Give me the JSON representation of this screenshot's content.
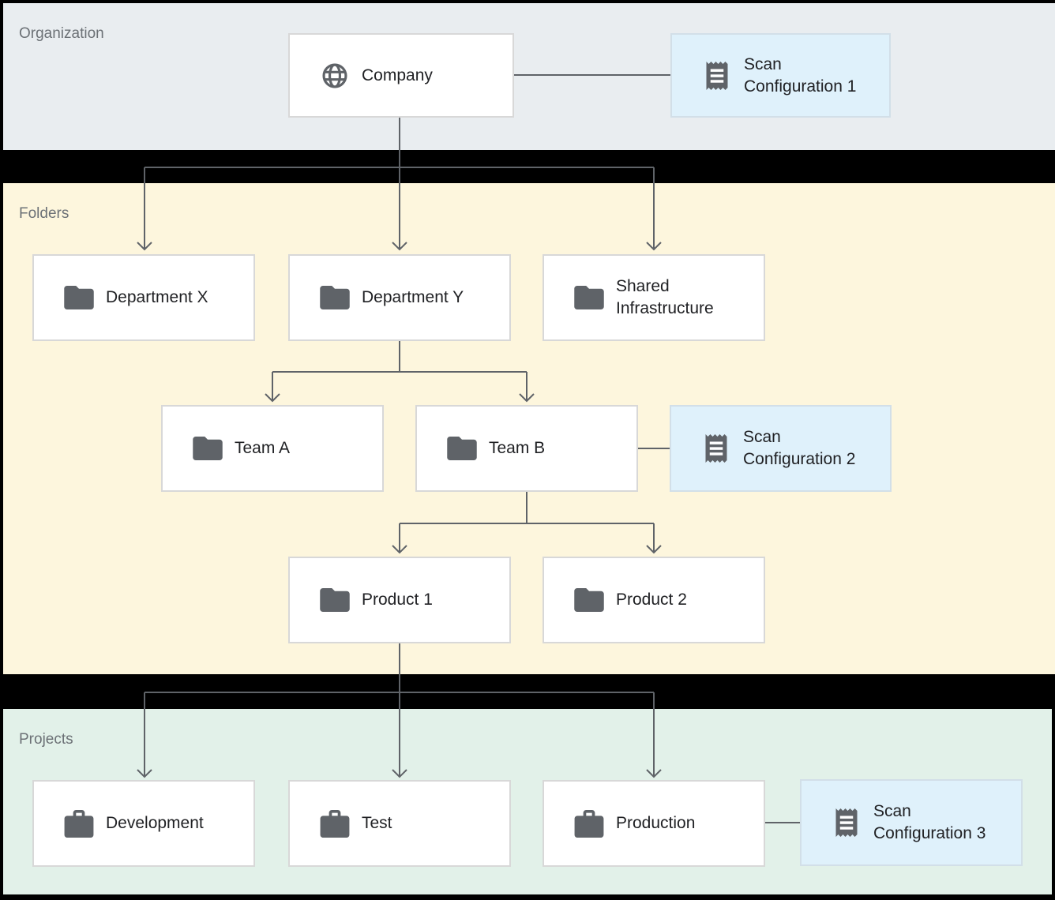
{
  "sections": {
    "organization": {
      "label": "Organization"
    },
    "folders": {
      "label": "Folders"
    },
    "projects": {
      "label": "Projects"
    }
  },
  "nodes": {
    "company": {
      "label": "Company",
      "icon": "globe-icon"
    },
    "scan_config_1": {
      "label": "Scan Configuration 1",
      "icon": "receipt-icon"
    },
    "department_x": {
      "label": "Department X",
      "icon": "folder-icon"
    },
    "department_y": {
      "label": "Department Y",
      "icon": "folder-icon"
    },
    "shared_infrastructure": {
      "label": "Shared Infrastructure",
      "icon": "folder-icon"
    },
    "team_a": {
      "label": "Team A",
      "icon": "folder-icon"
    },
    "team_b": {
      "label": "Team B",
      "icon": "folder-icon"
    },
    "scan_config_2": {
      "label": "Scan Configuration 2",
      "icon": "receipt-icon"
    },
    "product_1": {
      "label": "Product 1",
      "icon": "folder-icon"
    },
    "product_2": {
      "label": "Product 2",
      "icon": "folder-icon"
    },
    "development": {
      "label": "Development",
      "icon": "briefcase-icon"
    },
    "test": {
      "label": "Test",
      "icon": "briefcase-icon"
    },
    "production": {
      "label": "Production",
      "icon": "briefcase-icon"
    },
    "scan_config_3": {
      "label": "Scan Configuration 3",
      "icon": "receipt-icon"
    }
  },
  "edges": [
    {
      "from": "company",
      "to": "scan_config_1",
      "type": "association"
    },
    {
      "from": "company",
      "to": "department_x",
      "type": "parent-child"
    },
    {
      "from": "company",
      "to": "department_y",
      "type": "parent-child"
    },
    {
      "from": "company",
      "to": "shared_infrastructure",
      "type": "parent-child"
    },
    {
      "from": "department_y",
      "to": "team_a",
      "type": "parent-child"
    },
    {
      "from": "department_y",
      "to": "team_b",
      "type": "parent-child"
    },
    {
      "from": "team_b",
      "to": "scan_config_2",
      "type": "association"
    },
    {
      "from": "team_b",
      "to": "product_1",
      "type": "parent-child"
    },
    {
      "from": "team_b",
      "to": "product_2",
      "type": "parent-child"
    },
    {
      "from": "product_1",
      "to": "development",
      "type": "parent-child"
    },
    {
      "from": "product_1",
      "to": "test",
      "type": "parent-child"
    },
    {
      "from": "product_1",
      "to": "production",
      "type": "parent-child"
    },
    {
      "from": "production",
      "to": "scan_config_3",
      "type": "association"
    }
  ],
  "colors": {
    "background": "#000000",
    "organization_bg": "#e9edf0",
    "folders_bg": "#fdf6dd",
    "projects_bg": "#e2f1e9",
    "scan_box_bg": "#dff1fb",
    "node_bg": "#ffffff",
    "connector": "#5f6368",
    "icon": "#5f6368",
    "node_text": "#202124",
    "section_label_text": "#6c7176"
  }
}
